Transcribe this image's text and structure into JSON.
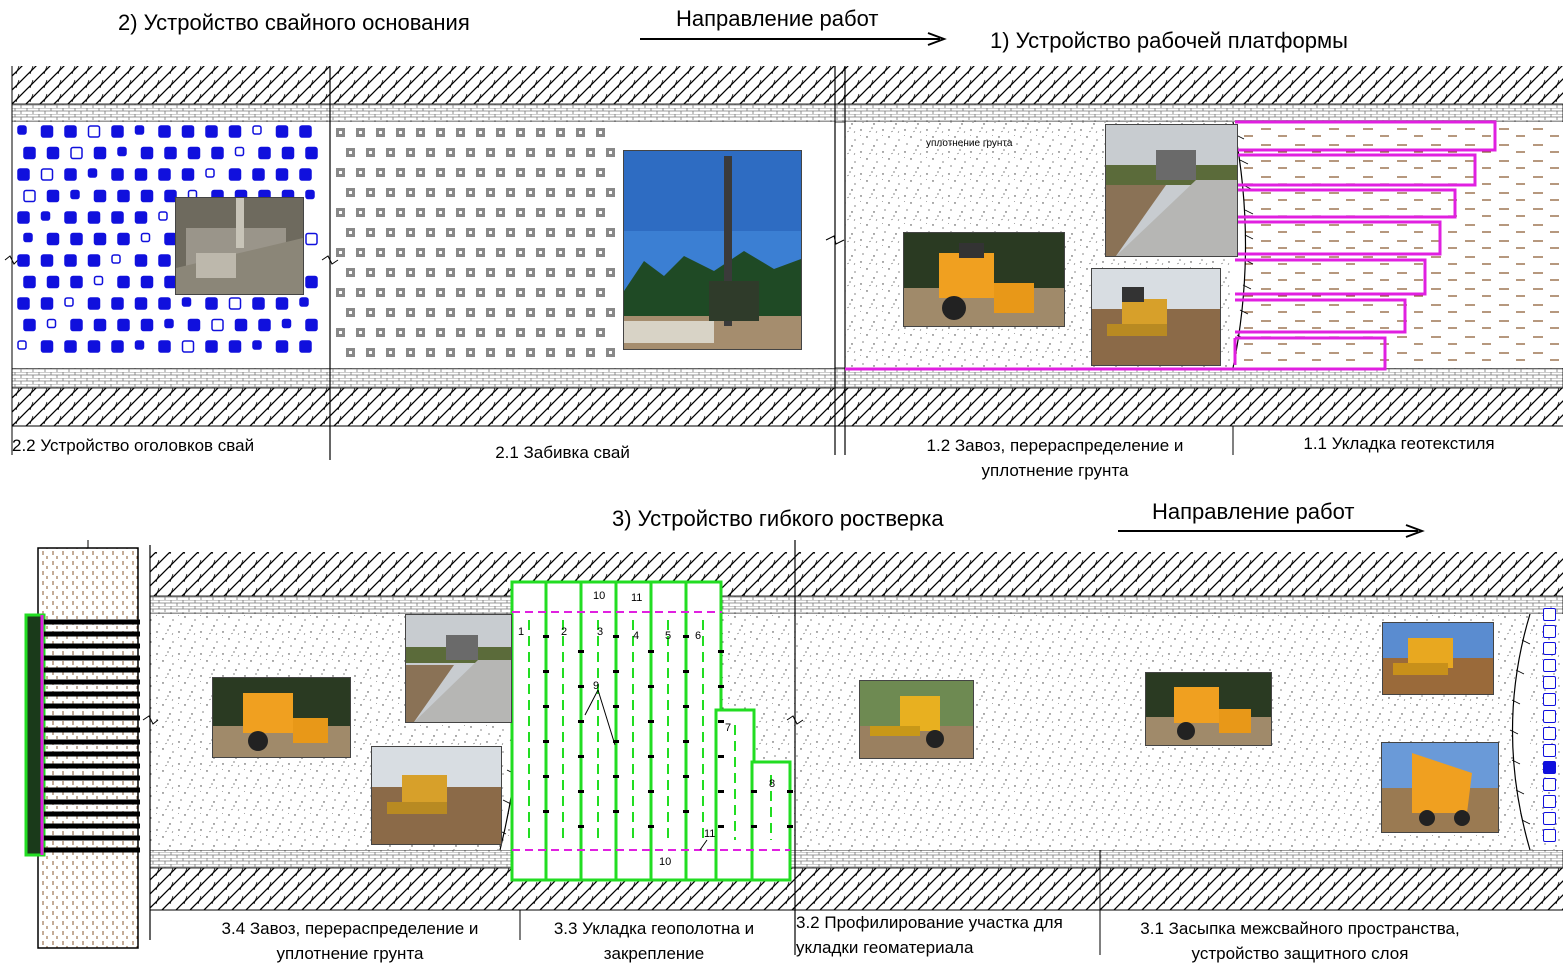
{
  "top": {
    "stage2_title": "2)   Устройство свайного основания",
    "direction": "Направление работ",
    "stage1_title": "1)  Устройство рабочей платформы",
    "note_compaction": "уплотнение грунта",
    "captions": {
      "c22": "2.2 Устройство оголовков свай",
      "c21": "2.1 Забивка свай",
      "c12": "1.2 Завоз, перераспределение и уплотнение грунта",
      "c11": "1.1 Укладка геотекстиля"
    }
  },
  "bottom": {
    "stage3_title": "3)  Устройство гибкого ростверка",
    "direction": "Направление работ",
    "captions": {
      "c34": "3.4 Завоз, перераспределение и уплотнение грунта",
      "c33": "3.3 Укладка геополотна и закрепление",
      "c32": "3.2 Профилирование участка для укладки геоматериала",
      "c31": "3.1 Засыпка межсвайного пространства, устройство защитного слоя"
    },
    "numbers": [
      "1",
      "2",
      "3",
      "4",
      "5",
      "6",
      "7",
      "8",
      "9",
      "10",
      "11"
    ]
  },
  "colors": {
    "geotextile": "#e020e0",
    "geogrid": "#22dd22",
    "pile_cap": "#1010dd",
    "pile": "#888888"
  },
  "icons": [
    "direction-arrow-icon",
    "break-line-icon"
  ]
}
